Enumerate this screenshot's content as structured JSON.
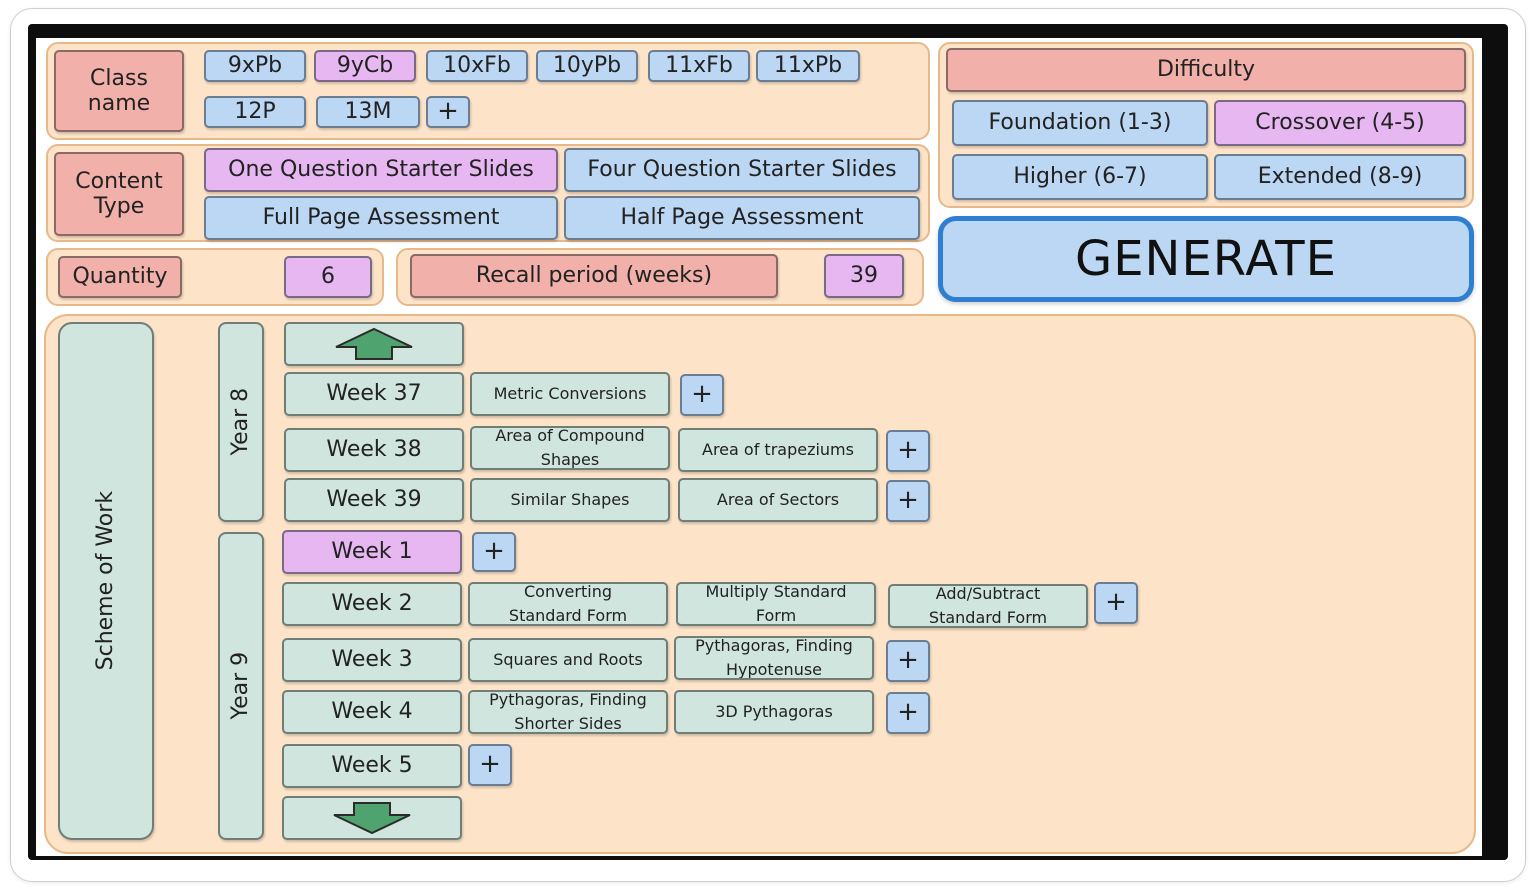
{
  "class_panel": {
    "label": "Class name",
    "classes": [
      "9xPb",
      "9yCb",
      "10xFb",
      "10yPb",
      "11xFb",
      "11xPb",
      "12P",
      "13M"
    ],
    "selected_class": "9yCb",
    "add_label": "+"
  },
  "content_panel": {
    "label": "Content Type",
    "options": [
      "One Question Starter Slides",
      "Four Question Starter Slides",
      "Full Page Assessment",
      "Half Page Assessment"
    ],
    "selected": "One Question Starter Slides"
  },
  "quantity": {
    "label": "Quantity",
    "value": "6"
  },
  "recall": {
    "label": "Recall period (weeks)",
    "value": "39"
  },
  "difficulty": {
    "label": "Difficulty",
    "options": [
      "Foundation (1-3)",
      "Crossover (4-5)",
      "Higher (6-7)",
      "Extended (8-9)"
    ],
    "selected": "Crossover (4-5)"
  },
  "generate_label": "GENERATE",
  "scheme": {
    "label": "Scheme of Work",
    "up_icon": "arrow-up-icon",
    "down_icon": "arrow-down-icon",
    "years": [
      {
        "label": "Year 8",
        "weeks": [
          {
            "week": "Week 37",
            "topics": [
              "Metric Conversions"
            ]
          },
          {
            "week": "Week 38",
            "topics": [
              "Area of Compound Shapes",
              "Area of trapeziums"
            ]
          },
          {
            "week": "Week 39",
            "topics": [
              "Similar Shapes",
              "Area of Sectors"
            ]
          }
        ]
      },
      {
        "label": "Year 9",
        "weeks": [
          {
            "week": "Week 1",
            "topics": [],
            "selected": true
          },
          {
            "week": "Week 2",
            "topics": [
              "Converting Standard Form",
              "Multiply Standard Form",
              "Add/Subtract Standard Form"
            ]
          },
          {
            "week": "Week 3",
            "topics": [
              "Squares and Roots",
              "Pythagoras, Finding Hypotenuse"
            ]
          },
          {
            "week": "Week 4",
            "topics": [
              "Pythagoras, Finding Shorter Sides",
              "3D Pythagoras"
            ]
          },
          {
            "week": "Week 5",
            "topics": []
          }
        ]
      }
    ],
    "add_label": "+"
  },
  "colors": {
    "panel": "#fde3c8",
    "blue": "#bcd7f3",
    "purple": "#e6b7f0",
    "red": "#f1b0a9",
    "green": "#cfe5de",
    "arrow": "#4fa36f",
    "generate_border": "#2f7fd0"
  }
}
